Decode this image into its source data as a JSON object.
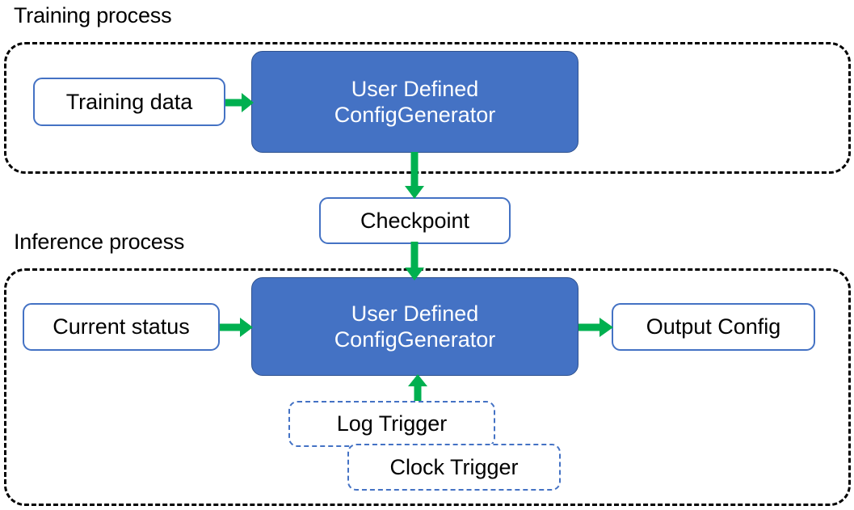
{
  "diagram": {
    "title_training": "Training process",
    "title_inference": "Inference process",
    "accent_blue": "#4472C4",
    "accent_green": "#00B050",
    "group_border": "#000000",
    "nodes": {
      "training_data": "Training data",
      "train_generator_line1": "User Defined",
      "train_generator_line2": "ConfigGenerator",
      "checkpoint": "Checkpoint",
      "current_status": "Current status",
      "infer_generator_line1": "User Defined",
      "infer_generator_line2": "ConfigGenerator",
      "output_config": "Output Config",
      "log_trigger": "Log Trigger",
      "clock_trigger": "Clock Trigger"
    },
    "arrows": [
      {
        "name": "training-data-to-generator",
        "direction": "right"
      },
      {
        "name": "train-generator-to-checkpoint",
        "direction": "down"
      },
      {
        "name": "checkpoint-to-infer-generator",
        "direction": "down"
      },
      {
        "name": "current-status-to-infer-generator",
        "direction": "right"
      },
      {
        "name": "infer-generator-to-output-config",
        "direction": "right"
      },
      {
        "name": "log-trigger-to-infer-generator",
        "direction": "up"
      }
    ]
  }
}
